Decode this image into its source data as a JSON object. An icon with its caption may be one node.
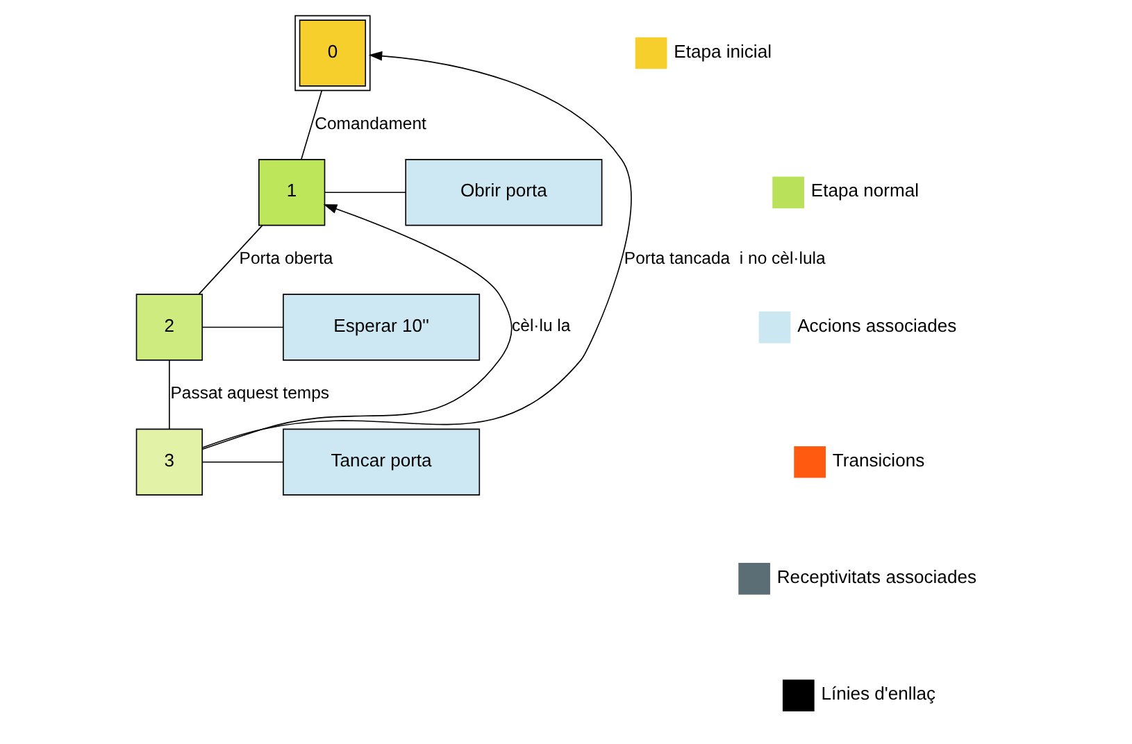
{
  "diagram": {
    "nodes": [
      {
        "text": [
          "0"
        ]
      },
      {
        "text": [
          "1"
        ]
      },
      {
        "text": [
          "Obrir porta"
        ]
      },
      {
        "text": [
          "2"
        ]
      },
      {
        "text": [
          "Esperar 10''"
        ]
      },
      {
        "text": [
          "3"
        ]
      },
      {
        "text": [
          "Tancar porta"
        ]
      }
    ],
    "edges": [
      {
        "from": 0,
        "to": 1,
        "arrow": "none",
        "label": "Comandament"
      },
      {
        "from": 1,
        "to": 2,
        "arrow": "none"
      },
      {
        "from": 1,
        "to": 3,
        "arrow": "none",
        "label": "Porta oberta"
      },
      {
        "from": 3,
        "to": 4,
        "arrow": "none"
      },
      {
        "from": 3,
        "to": 5,
        "arrow": "none",
        "label": "Passat aquest temps"
      },
      {
        "from": 5,
        "to": 6,
        "arrow": "none"
      },
      {
        "from": 5,
        "to": 0,
        "arrow": "to",
        "label": "Porta tancada  i no cèl·lula"
      },
      {
        "from": 5,
        "to": 1,
        "arrow": "to",
        "label": "cèl·lu la"
      }
    ],
    "legend": [
      {
        "text": "Etapa inicial",
        "color": "#f7cf2c"
      },
      {
        "text": "Etapa normal",
        "color": "#b9e25a"
      },
      {
        "text": "Accions associades",
        "color": "#cbe7f2"
      },
      {
        "text": "Transicions",
        "color": "#ff5a10"
      },
      {
        "text": "Receptivitats associades",
        "color": "#5b6e76"
      },
      {
        "text": "Línies d'enllaç",
        "color": "#000000"
      }
    ]
  }
}
